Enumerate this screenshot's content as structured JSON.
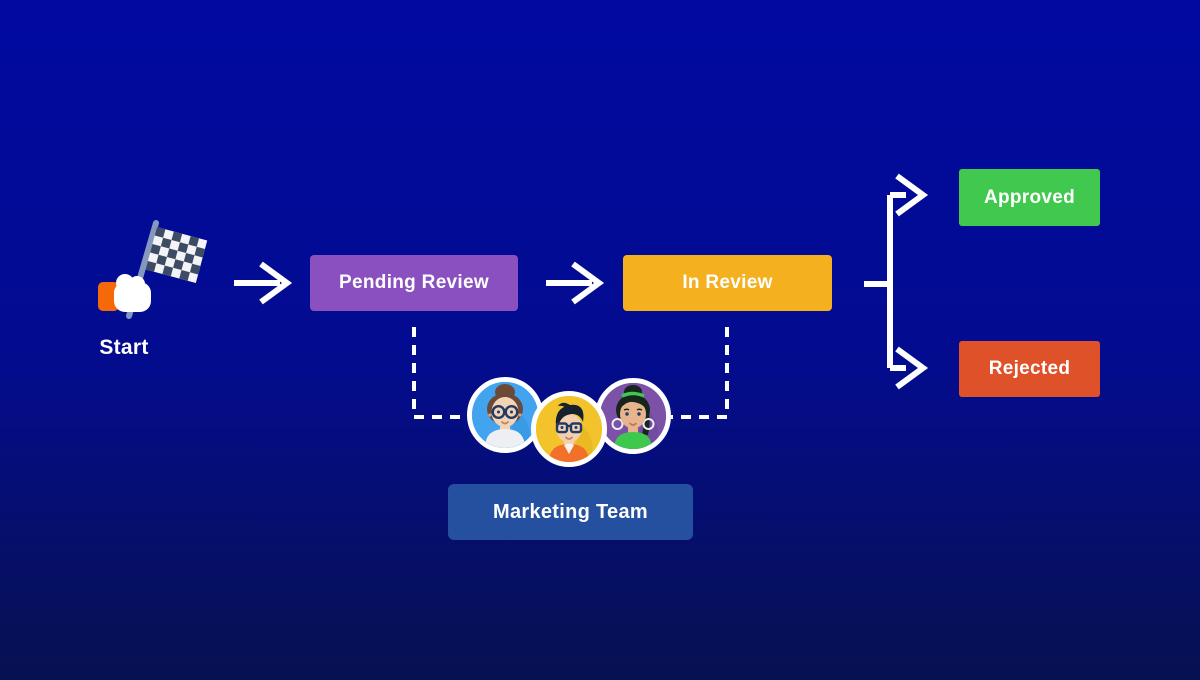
{
  "canvas": {
    "background_top": "#0109A1",
    "background_bottom": "#071150"
  },
  "workflow": {
    "title": "approval-workflow-diagram",
    "start": {
      "label": "Start",
      "icon": "checkered-flag-in-hand",
      "colors": {
        "flag_dark": "#3D4C63",
        "flag_light": "#F2F4F7",
        "pole": "#8497BE",
        "cuff": "#F5690B",
        "hand": "#FFFFFF"
      }
    },
    "nodes": {
      "pending": {
        "label": "Pending Review",
        "color": "#8A50C0"
      },
      "in_review": {
        "label": "In Review",
        "color": "#F4B01F"
      },
      "approved": {
        "label": "Approved",
        "color": "#41C94F"
      },
      "rejected": {
        "label": "Rejected",
        "color": "#DF5129"
      },
      "team": {
        "label": "Marketing Team",
        "color": "#24509F"
      }
    },
    "connectors": {
      "solid_arrows": [
        "start-to-pending",
        "pending-to-in-review",
        "in-review-branch-to-approved",
        "in-review-branch-to-rejected"
      ],
      "dashed_links": [
        "pending-to-team",
        "in-review-to-team"
      ],
      "stroke_color": "#FFFFFF"
    },
    "avatars": [
      {
        "name": "woman-with-bun-and-glasses",
        "bg": "#42A4EF"
      },
      {
        "name": "man-with-quiff-and-glasses",
        "bg": "#F2C32B"
      },
      {
        "name": "woman-with-ponytail-and-earrings",
        "bg": "#7B52A8"
      }
    ]
  }
}
